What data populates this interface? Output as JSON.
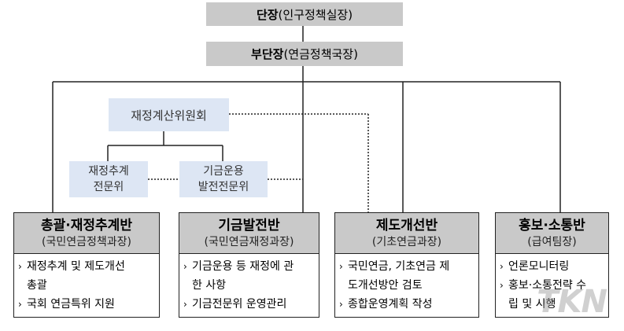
{
  "head": {
    "bold": "단장",
    "sub": "(인구정책실장)"
  },
  "deputy": {
    "bold": "부단장",
    "sub": "(연금정책국장)"
  },
  "committee": "재정계산위원회",
  "expert_committees": [
    {
      "line1": "재정추계",
      "line2": "전문위"
    },
    {
      "line1": "기금운용",
      "line2": "발전전문위"
    }
  ],
  "teams": [
    {
      "name": "총괄·재정추계반",
      "dept": "(국민연금정책과장)",
      "tasks": [
        {
          "l1": "재정추계 및 제도개선",
          "l2": "총괄"
        },
        {
          "l1": "국회 연금특위 지원",
          "l2": ""
        }
      ]
    },
    {
      "name": "기금발전반",
      "dept": "(국민연금재정과장)",
      "tasks": [
        {
          "l1": "기금운용 등 재정에 관",
          "l2": "한 사항"
        },
        {
          "l1": "기금전문위 운영관리",
          "l2": ""
        }
      ]
    },
    {
      "name": "제도개선반",
      "dept": "(기초연금과장)",
      "tasks": [
        {
          "l1": "국민연금, 기초연금 제",
          "l2": "도개선방안 검토"
        },
        {
          "l1": "종합운영계획 작성",
          "l2": ""
        }
      ]
    },
    {
      "name": "홍보·소통반",
      "dept": "(급여팀장)",
      "tasks": [
        {
          "l1": "언론모니터링",
          "l2": ""
        },
        {
          "l1": "홍보·소통전략 수",
          "l2": "립 및 시행"
        }
      ]
    }
  ],
  "watermark": "TKN"
}
